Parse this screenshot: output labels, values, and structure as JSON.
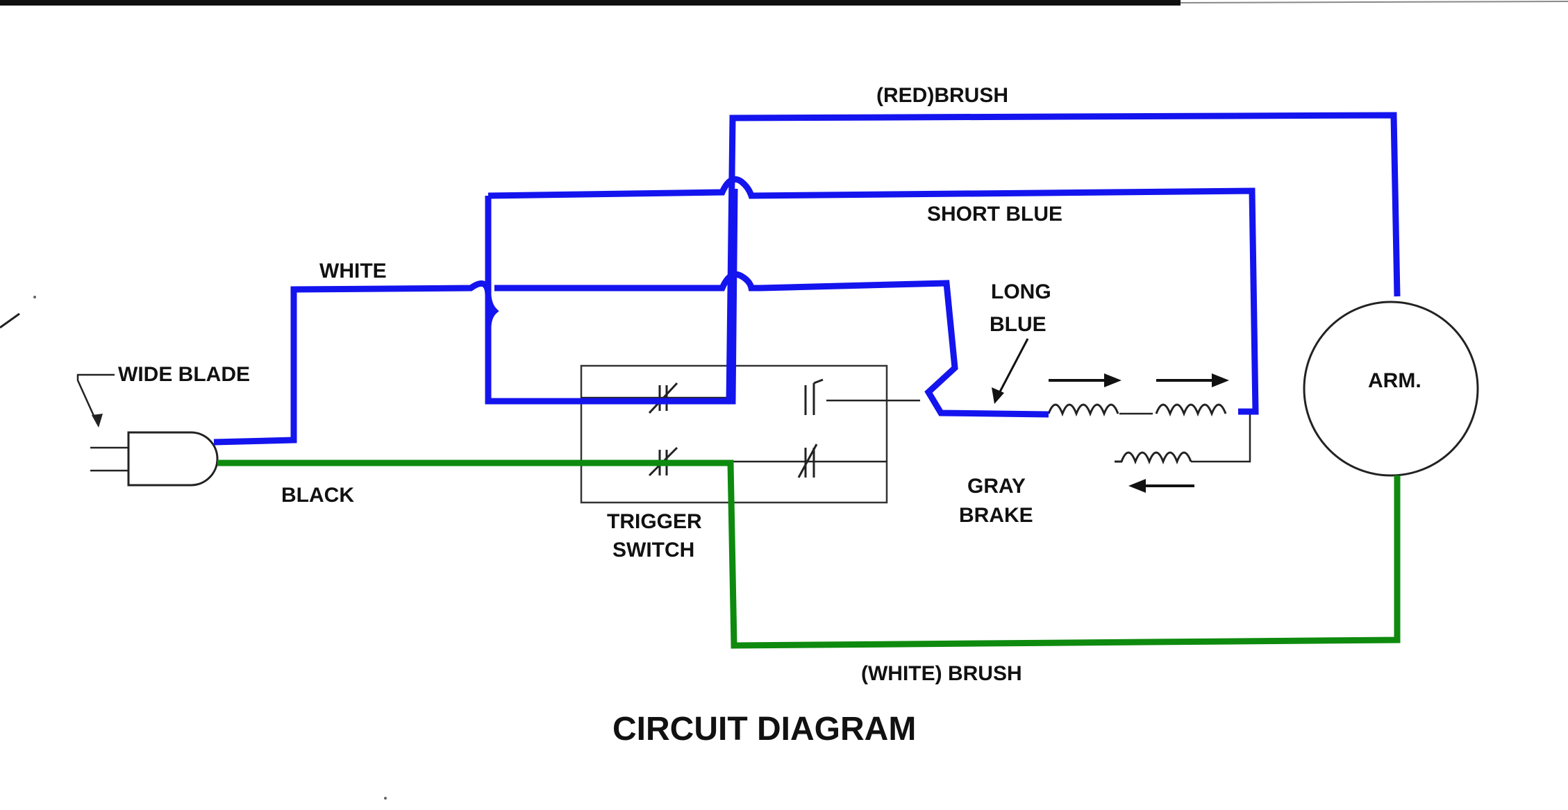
{
  "title": "CIRCUIT DIAGRAM",
  "labels": {
    "red_brush": "(RED)BRUSH",
    "short_blue": "SHORT BLUE",
    "white": "WHITE",
    "long": "LONG",
    "blue": "BLUE",
    "wide_blade": "WIDE BLADE",
    "black": "BLACK",
    "trigger": "TRIGGER",
    "switch": "SWITCH",
    "gray": "GRAY",
    "brake": "BRAKE",
    "armature": "ARM.",
    "white_brush": "(WHITE) BRUSH"
  },
  "colors": {
    "blue_wire": "#1414ee",
    "green_wire": "#0e8a0e",
    "ink": "#111111"
  }
}
